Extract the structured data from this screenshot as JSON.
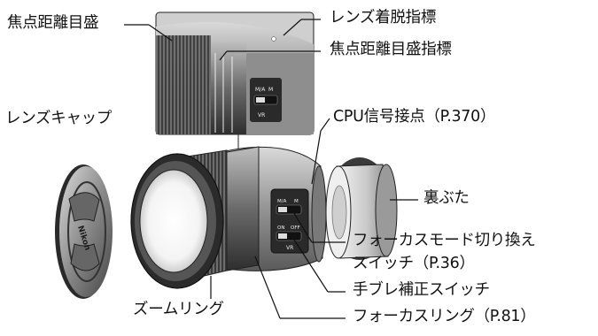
{
  "labels": {
    "focus_distance_scale": "焦点距離目盛",
    "lens_mount_index": "レンズ着脱指標",
    "focus_distance_index": "焦点距離目盛指標",
    "lens_cap": "レンズキャップ",
    "cpu_contacts": "CPU信号接点（P.370）",
    "rear_cap": "裏ぶた",
    "focus_mode_switch_line1": "フォーカスモード切り換え",
    "focus_mode_switch_line2": "スイッチ（P.36）",
    "vr_switch": "手ブレ補正スイッチ",
    "zoom_ring": "ズームリング",
    "focus_ring": "フォーカスリング（P.81）"
  },
  "switch_marks": {
    "af_mode": "M/A",
    "mf_mode": "M",
    "vr_label": "VR",
    "vr_on": "ON",
    "vr_off": "OFF"
  },
  "cap_brand": "Nikon"
}
